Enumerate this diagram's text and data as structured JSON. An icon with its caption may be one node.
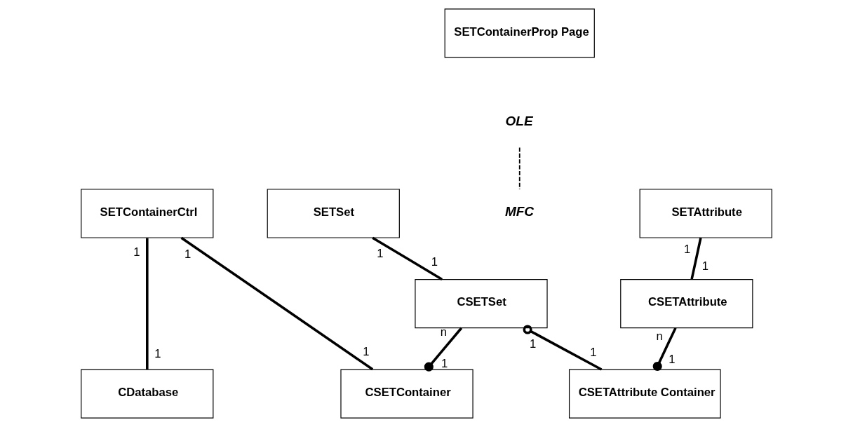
{
  "diagram": {
    "nodes": [
      {
        "text": [
          "SETContainerProp Page"
        ]
      },
      {
        "text": [
          "SETContainerCtrl"
        ]
      },
      {
        "text": [
          "SETSet"
        ]
      },
      {
        "text": [
          "SETAttribute"
        ]
      },
      {
        "text": [
          "CSETSet"
        ]
      },
      {
        "text": [
          "CSETAttribute"
        ]
      },
      {
        "text": [
          "CDatabase"
        ]
      },
      {
        "text": [
          "CSETContainer"
        ]
      },
      {
        "text": [
          "CSETAttribute Container"
        ]
      }
    ],
    "edges": [
      {
        "from": 1,
        "to": 6,
        "arrow": "none"
      },
      {
        "from": 1,
        "to": 7,
        "arrow": "none"
      },
      {
        "from": 2,
        "to": 4,
        "arrow": "none"
      },
      {
        "from": 3,
        "to": 5,
        "arrow": "none"
      },
      {
        "from": 4,
        "to": 7,
        "arrow": "other"
      },
      {
        "from": 4,
        "to": 8,
        "arrow": "other"
      },
      {
        "from": 5,
        "to": 8,
        "arrow": "other"
      }
    ],
    "labels": [
      "1",
      "1",
      "1",
      "1",
      "OLE",
      "MFC",
      "1",
      "1",
      "n",
      "1",
      "n",
      "1",
      "1",
      "1",
      "1",
      "1"
    ]
  }
}
